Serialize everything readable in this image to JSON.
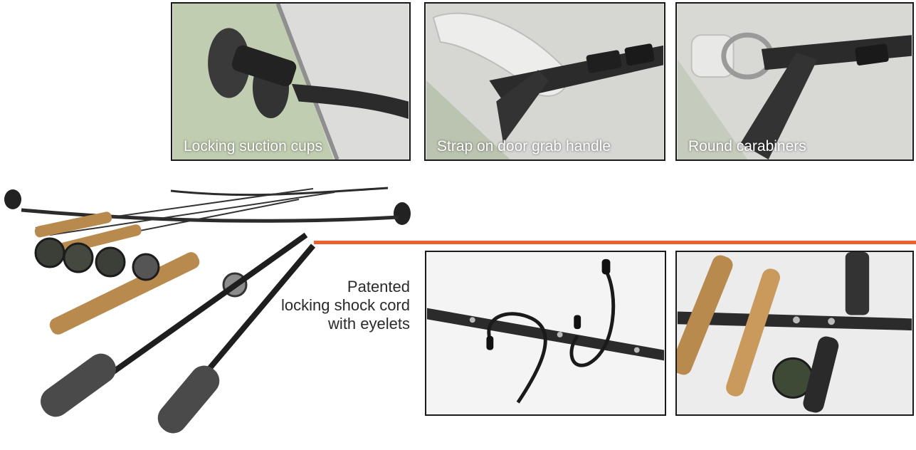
{
  "panels": {
    "suction": {
      "caption": "Locking suction cups"
    },
    "grab_handle": {
      "caption": "Strap on door grab handle"
    },
    "carabiners": {
      "caption": "Round carabiners"
    }
  },
  "callout": {
    "line1": "Patented",
    "line2": "locking shock cord",
    "line3": "with eyelets"
  },
  "colors": {
    "accent": "#ee5f2c",
    "strap": "#2b2b2b",
    "cork": "#b88a4e",
    "grip": "#4a4a4a"
  },
  "icons": [
    "suction-cup-icon",
    "buckle-icon",
    "carabiner-icon",
    "eyelet-icon"
  ]
}
